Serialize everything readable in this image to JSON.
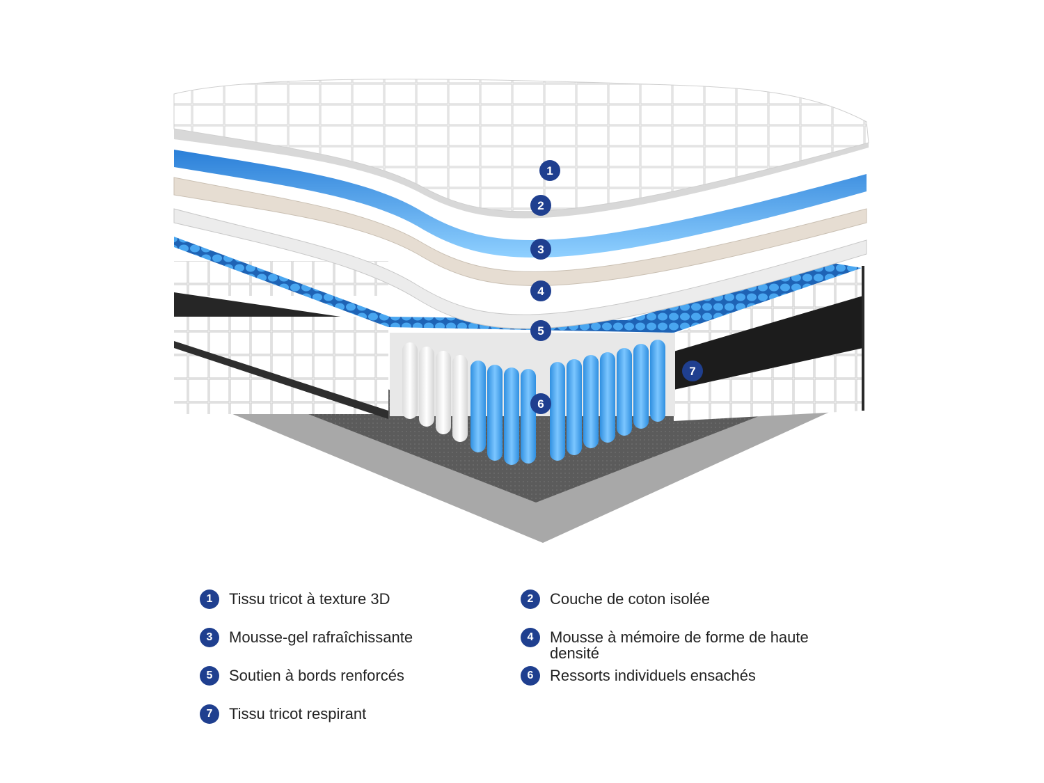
{
  "illustration": {
    "callouts": [
      "1",
      "2",
      "3",
      "4",
      "5",
      "6",
      "7"
    ]
  },
  "legend": [
    {
      "number": "1",
      "label": "Tissu tricot à texture 3D"
    },
    {
      "number": "2",
      "label": "Couche de coton isolée"
    },
    {
      "number": "3",
      "label": "Mousse-gel rafraîchissante"
    },
    {
      "number": "4",
      "label": "Mousse à mémoire de forme de haute densité"
    },
    {
      "number": "5",
      "label": "Soutien à bords renforcés"
    },
    {
      "number": "6",
      "label": "Ressorts individuels ensachés"
    },
    {
      "number": "7",
      "label": "Tissu tricot respirant"
    }
  ],
  "colors": {
    "badge": "#1f3f8f",
    "gel_foam": "#2f8fe0",
    "spring_blue": "#3aa0ec",
    "memory_foam": "#e6ddd2",
    "base": "#9c9c9c"
  }
}
